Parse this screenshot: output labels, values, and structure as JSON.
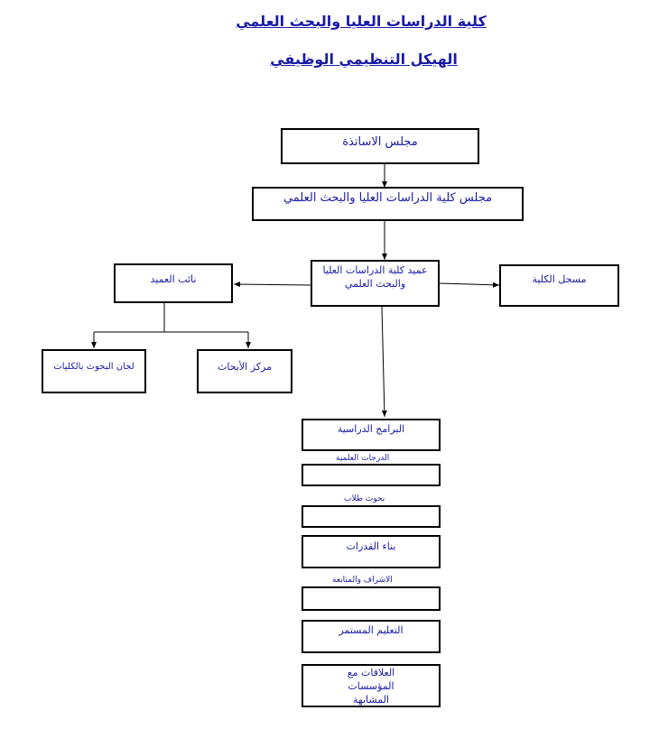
{
  "header": {
    "college": "كلية الدراسات العليا والبحث العلمي",
    "structure": "الهيكل التنظيمي الوظيفي"
  },
  "nodes": {
    "professors_council": "مجلس الاساتذة",
    "college_council": "مجلس كلية الدراسات  العليا والبحث العلمي",
    "dean": "عميد كلية الدراسات العليا والبحث العلمي",
    "vice_dean": "نائب العميد",
    "registrar": "مسجل الكلية",
    "research_committees": "لجان البحوث بالكليات",
    "research_center": "مركز الأبحاث",
    "programs": "البرامج الدراسية",
    "degrees": "الدرجات العلمية",
    "student_research": "بحوث طلاب",
    "capacity_building": "بناء القدرات",
    "supervision": "الاشراف والمتابعة",
    "continuing_education": "التعليم المستمر",
    "relations": "العلاقات مع المؤسسات المشابهة"
  }
}
